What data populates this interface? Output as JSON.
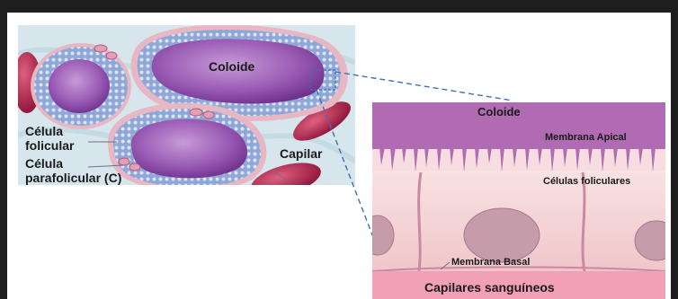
{
  "labels": {
    "coloide_left": "Coloide",
    "celula_folicular_line1": "Célula",
    "celula_folicular_line2": "folicular",
    "celula_parafolicular_line1": "Célula",
    "celula_parafolicular_line2": "parafolicular (C)",
    "capilar": "Capilar",
    "coloide_right": "Coloide",
    "membrana_apical": "Membrana Apical",
    "celulas_foliculares": "Células foliculares",
    "membrana_basal": "Membrana Basal",
    "capilares_sanguineos": "Capilares sanguíneos"
  },
  "colors": {
    "background": "#1e1e1e",
    "tissue_bg": "#d6e6ec",
    "colloid": "#8d4aa8",
    "follicle_wall": "#8fa7d6",
    "capillary": "#b0224c",
    "cell_pink": "#f6d4d6",
    "apical_purple": "#b06bb3",
    "nucleus": "#c69cab",
    "blood_pink": "#f2a0b6"
  }
}
